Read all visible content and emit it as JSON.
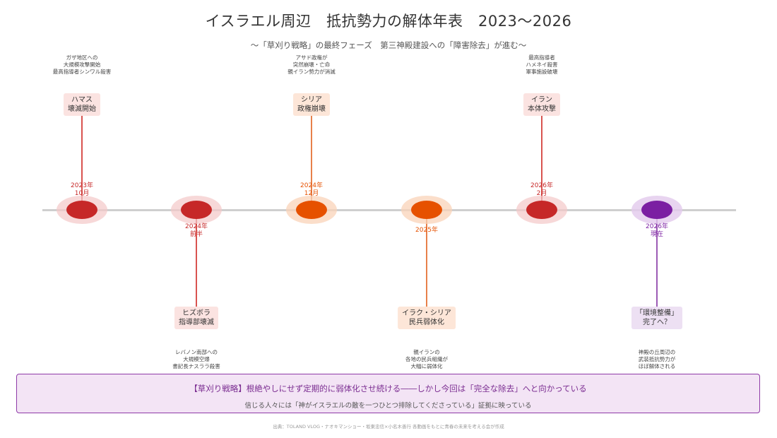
{
  "title": "イスラエル周辺　抵抗勢力の解体年表　2023〜2026",
  "subtitle": "〜「草刈り戦略」の最終フェーズ　第三神殿建設への「障害除去」が進む〜",
  "colors": {
    "red": "#c62828",
    "orange": "#e65100",
    "purple": "#7b1fa2",
    "axis": "#cfcfcf"
  },
  "events": [
    {
      "date_line1": "2023年",
      "date_line2": "10月",
      "tag_line1": "ハマス",
      "tag_line2": "壊滅開始",
      "desc_line1": "ガザ地区への",
      "desc_line2": "大規模攻撃開始",
      "desc_line3": "最高指導者シンワル殺害"
    },
    {
      "date_line1": "2024年",
      "date_line2": "前半",
      "tag_line1": "ヒズボラ",
      "tag_line2": "指導部壊滅",
      "desc_line1": "レバノン南部への",
      "desc_line2": "大規模空爆",
      "desc_line3": "書記長ナスララ殺害"
    },
    {
      "date_line1": "2024年",
      "date_line2": "12月",
      "tag_line1": "シリア",
      "tag_line2": "政権崩壊",
      "desc_line1": "アサド政権が",
      "desc_line2": "突然崩壊・亡命",
      "desc_line3": "親イラン勢力が消滅"
    },
    {
      "date_line1": "2025年",
      "date_line2": "",
      "tag_line1": "イラク・シリア",
      "tag_line2": "民兵弱体化",
      "desc_line1": "親イランの",
      "desc_line2": "各地の民兵組織が",
      "desc_line3": "大幅に弱体化"
    },
    {
      "date_line1": "2026年",
      "date_line2": "2月",
      "tag_line1": "イラン",
      "tag_line2": "本体攻撃",
      "desc_line1": "最高指導者",
      "desc_line2": "ハメネイ殺害",
      "desc_line3": "軍事施設破壊"
    },
    {
      "date_line1": "2026年",
      "date_line2": "現在",
      "tag_line1": "「環境整備」",
      "tag_line2": "完了へ？",
      "desc_line1": "神殿の丘周辺の",
      "desc_line2": "武装抵抗勢力が",
      "desc_line3": "ほぼ解体される"
    }
  ],
  "banner": {
    "main": "【草刈り戦略】根絶やしにせず定期的に弱体化させ続ける――しかし今回は「完全な除去」へと向かっている",
    "sub": "信じる人々には「神がイスラエルの敵を一つひとつ排除してくださっている」証拠に映っている"
  },
  "source": "出典：TOLAND VLOG・ナオキマンショー・坂東忠信×小名木善行 各動画をもとに青春の未来を考える会が作成"
}
